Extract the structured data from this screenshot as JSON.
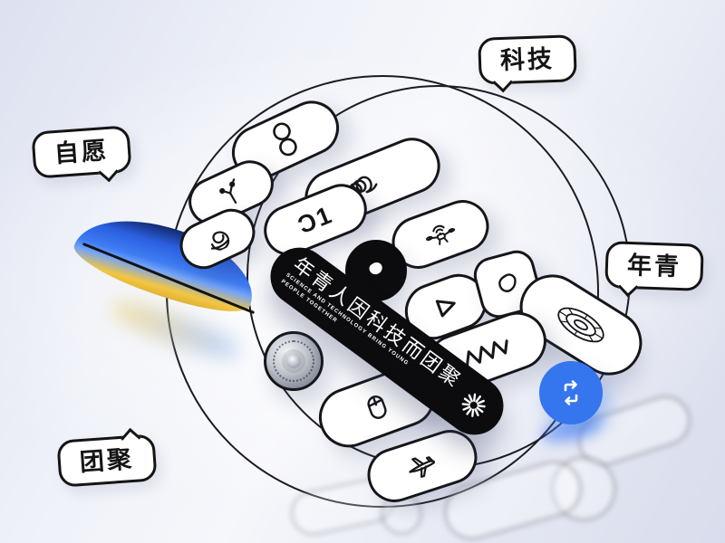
{
  "colors": {
    "background_top_left": "#dde1f0",
    "background_bottom_right": "#d8dcec",
    "ink": "#141414",
    "accent_blue": "#3575ee",
    "accent_yellow": "#f2c643",
    "accent_navy": "#0d1a4e",
    "white": "#ffffff"
  },
  "bubbles": [
    {
      "label": "科技"
    },
    {
      "label": "自愿"
    },
    {
      "label": "年青"
    },
    {
      "label": "团聚"
    }
  ],
  "black_pill": {
    "cn": "年青人因科技而团聚",
    "en_line1": "SCIENCE AND TECHNOLOGY BRING YOUNG",
    "en_line2": "PEOPLE TOGETHER"
  },
  "pills": {
    "d1_label": "Ɔ1"
  },
  "icons": {
    "figure_eight_icon": "8 loop",
    "doodle_icon": "scribble loops",
    "circuit_icon": "node tree",
    "snail_icon": "spiral doodle",
    "drone_icon": "drone with signal",
    "play_icon": "black disc with white blob",
    "triangle_icon": "▷ outline",
    "blob_icon": "blob outline",
    "mobius_icon": "wireframe torus",
    "speaker_icon": "metallic disc",
    "wave_icon": "zigzag wave",
    "loop_icon": "cycle arrows",
    "mouse_icon": "computer mouse",
    "plane_icon": "airplane",
    "sunburst_icon": "radiating star"
  }
}
